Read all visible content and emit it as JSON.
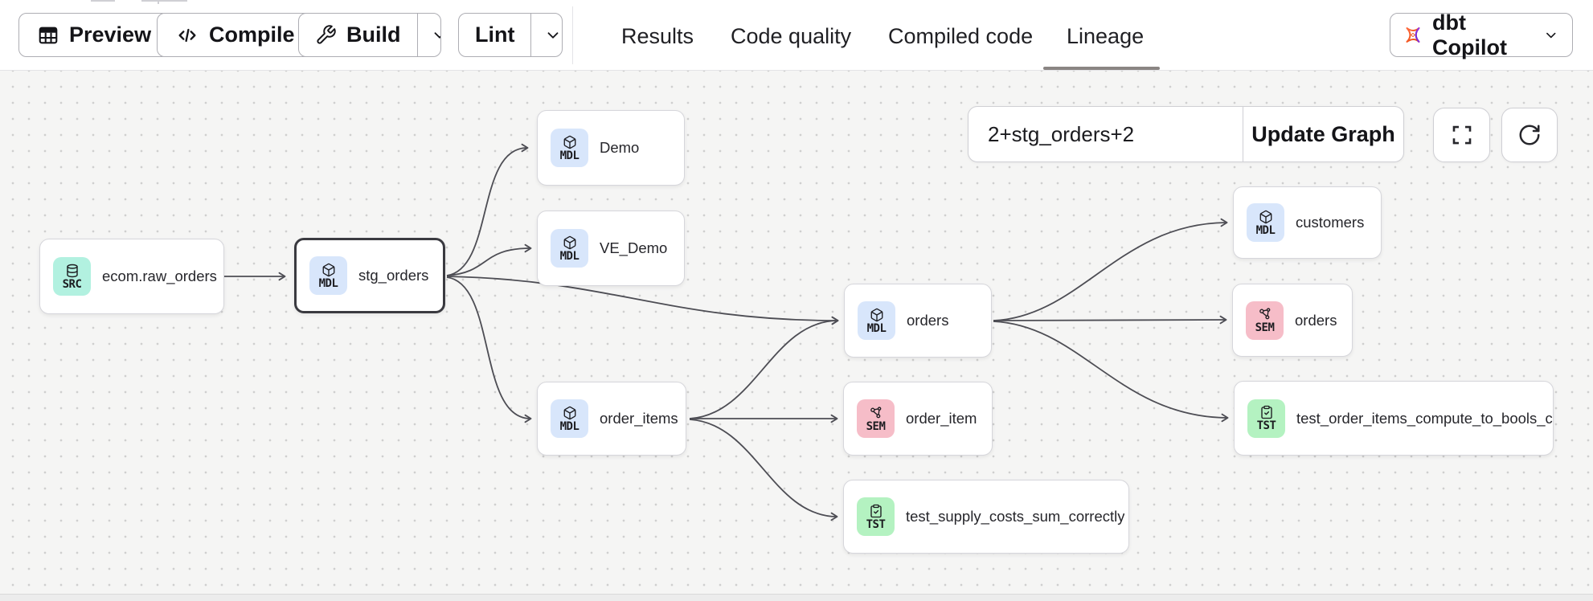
{
  "toolbar": {
    "preview_label": "Preview",
    "compile_label": "Compile",
    "build_label": "Build",
    "lint_label": "Lint"
  },
  "tabs": [
    {
      "label": "Results",
      "active": false
    },
    {
      "label": "Code quality",
      "active": false
    },
    {
      "label": "Compiled code",
      "active": false
    },
    {
      "label": "Lineage",
      "active": true
    }
  ],
  "copilot": {
    "label": "dbt Copilot"
  },
  "graph_controls": {
    "selector_value": "2+stg_orders+2",
    "update_button_label": "Update Graph",
    "fullscreen_icon": "maximize-icon",
    "refresh_icon": "rotate-cw-icon"
  },
  "nodes": [
    {
      "label": "ecom.raw_orders",
      "badge": "SRC",
      "type": "source",
      "selected": false
    },
    {
      "label": "stg_orders",
      "badge": "MDL",
      "type": "model",
      "selected": true
    },
    {
      "label": "Demo",
      "badge": "MDL",
      "type": "model",
      "selected": false
    },
    {
      "label": "VE_Demo",
      "badge": "MDL",
      "type": "model",
      "selected": false
    },
    {
      "label": "order_items",
      "badge": "MDL",
      "type": "model",
      "selected": false
    },
    {
      "label": "orders",
      "badge": "MDL",
      "type": "model",
      "selected": false
    },
    {
      "label": "order_item",
      "badge": "SEM",
      "type": "semantic-model",
      "selected": false
    },
    {
      "label": "test_supply_costs_sum_correctly",
      "badge": "TST",
      "type": "test",
      "selected": false
    },
    {
      "label": "customers",
      "badge": "MDL",
      "type": "model",
      "selected": false
    },
    {
      "label": "orders",
      "badge": "SEM",
      "type": "semantic-model",
      "selected": false
    },
    {
      "label": "test_order_items_compute_to_bools_c...",
      "badge": "TST",
      "type": "test",
      "selected": false
    }
  ],
  "edges": [
    {
      "from": "ecom.raw_orders",
      "to": "stg_orders"
    },
    {
      "from": "stg_orders",
      "to": "Demo"
    },
    {
      "from": "stg_orders",
      "to": "VE_Demo"
    },
    {
      "from": "stg_orders",
      "to": "orders"
    },
    {
      "from": "stg_orders",
      "to": "order_items"
    },
    {
      "from": "order_items",
      "to": "orders"
    },
    {
      "from": "order_items",
      "to": "order_item"
    },
    {
      "from": "order_items",
      "to": "test_supply_costs_sum_correctly"
    },
    {
      "from": "orders",
      "to": "customers"
    },
    {
      "from": "orders",
      "to": "orders (SEM)"
    },
    {
      "from": "orders",
      "to": "test_order_items_compute_to_bools_c..."
    }
  ],
  "colors": {
    "badge_src": "#b2f1e0",
    "badge_mdl": "#d8e6fb",
    "badge_sem": "#f6bdc8",
    "badge_tst": "#b4f2c1",
    "edge": "#4d4d54",
    "selected_border": "#3a3a40",
    "canvas_bg": "#f5f5f4",
    "tab_underline": "#8a8583",
    "copilot_gradient": [
      "#f4582c",
      "#7c3aed"
    ]
  }
}
